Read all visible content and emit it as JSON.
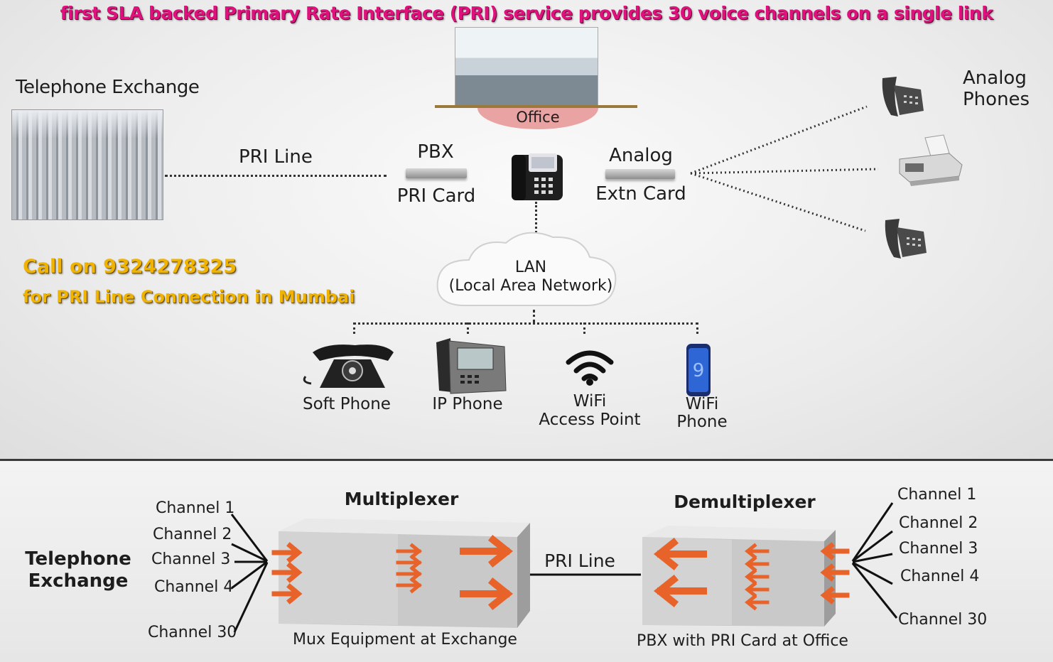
{
  "banner": "first SLA backed Primary Rate Interface (PRI) service provides 30 voice channels on a single link",
  "top": {
    "exchange_title": "Telephone Exchange",
    "office_label": "Office",
    "pri_line": "PRI Line",
    "pbx_label": "PBX",
    "pri_card_label": "PRI Card",
    "analog_label": "Analog",
    "extn_card_label": "Extn Card",
    "analog_phones_line1": "Analog",
    "analog_phones_line2": "Phones",
    "lan_line1": "LAN",
    "lan_line2": "(Local Area Network)",
    "promo_line1": "Call on 9324278325",
    "promo_line2": "for PRI Line Connection in Mumbai",
    "devices": {
      "soft_phone": "Soft Phone",
      "ip_phone": "IP Phone",
      "wifi_ap_line1": "WiFi",
      "wifi_ap_line2": "Access Point",
      "wifi_phone_line1": "WiFi",
      "wifi_phone_line2": "Phone"
    }
  },
  "bottom": {
    "exchange_line1": "Telephone",
    "exchange_line2": "Exchange",
    "left_channels": [
      "Channel 1",
      "Channel 2",
      "Channel 3",
      "Channel 4",
      "Channel 30"
    ],
    "right_channels": [
      "Channel 1",
      "Channel 2",
      "Channel 3",
      "Channel 4",
      "Channel 30"
    ],
    "multiplexer_title": "Multiplexer",
    "demultiplexer_title": "Demultiplexer",
    "pri_line": "PRI Line",
    "mux_caption": "Mux Equipment at Exchange",
    "demux_caption": "PBX with PRI Card at Office"
  },
  "colors": {
    "banner": "#e0117d",
    "promo": "#f0b400",
    "arrow": "#e8632a"
  }
}
